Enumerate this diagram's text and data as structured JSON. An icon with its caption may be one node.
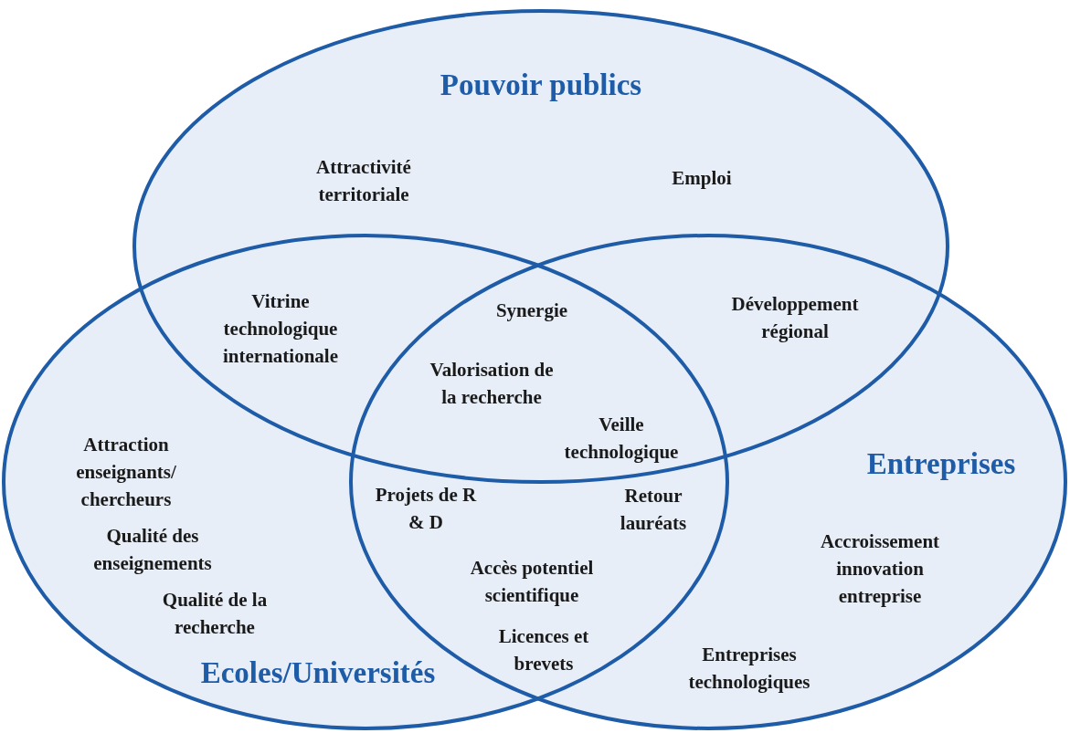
{
  "diagram": {
    "nodes": [
      {
        "text": [
          "Pouvoir publics"
        ]
      },
      {
        "text": [
          "Entreprises"
        ]
      },
      {
        "text": [
          "Ecoles/Universités"
        ]
      }
    ],
    "edges": [],
    "labels": [
      "Attractivité territoriale",
      "Emploi",
      "Vitrine technologique internationale",
      "Synergie",
      "Développement régional",
      "Valorisation de la recherche",
      "Veille technologique",
      "Attraction enseignants/ chercheurs",
      "Projets de R & D",
      "Retour lauréats",
      "Qualité des enseignements",
      "Accroissement innovation entreprise",
      "Accès potentiel scientifique",
      "Qualité de la recherche",
      "Licences et brevets",
      "Entreprises technologiques"
    ]
  }
}
